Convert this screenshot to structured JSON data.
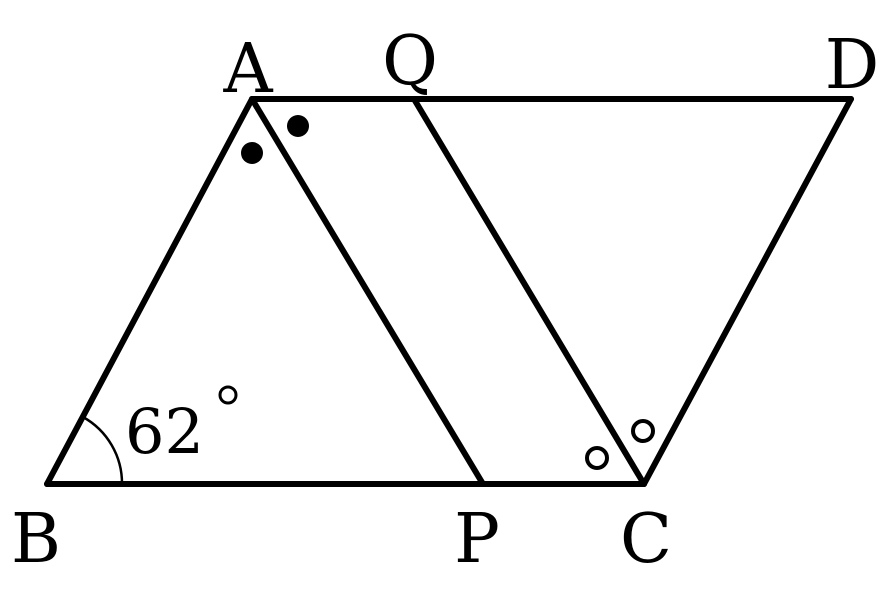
{
  "points": {
    "A": "A",
    "Q": "Q",
    "D": "D",
    "B": "B",
    "P": "P",
    "C": "C"
  },
  "angle_B": "62"
}
